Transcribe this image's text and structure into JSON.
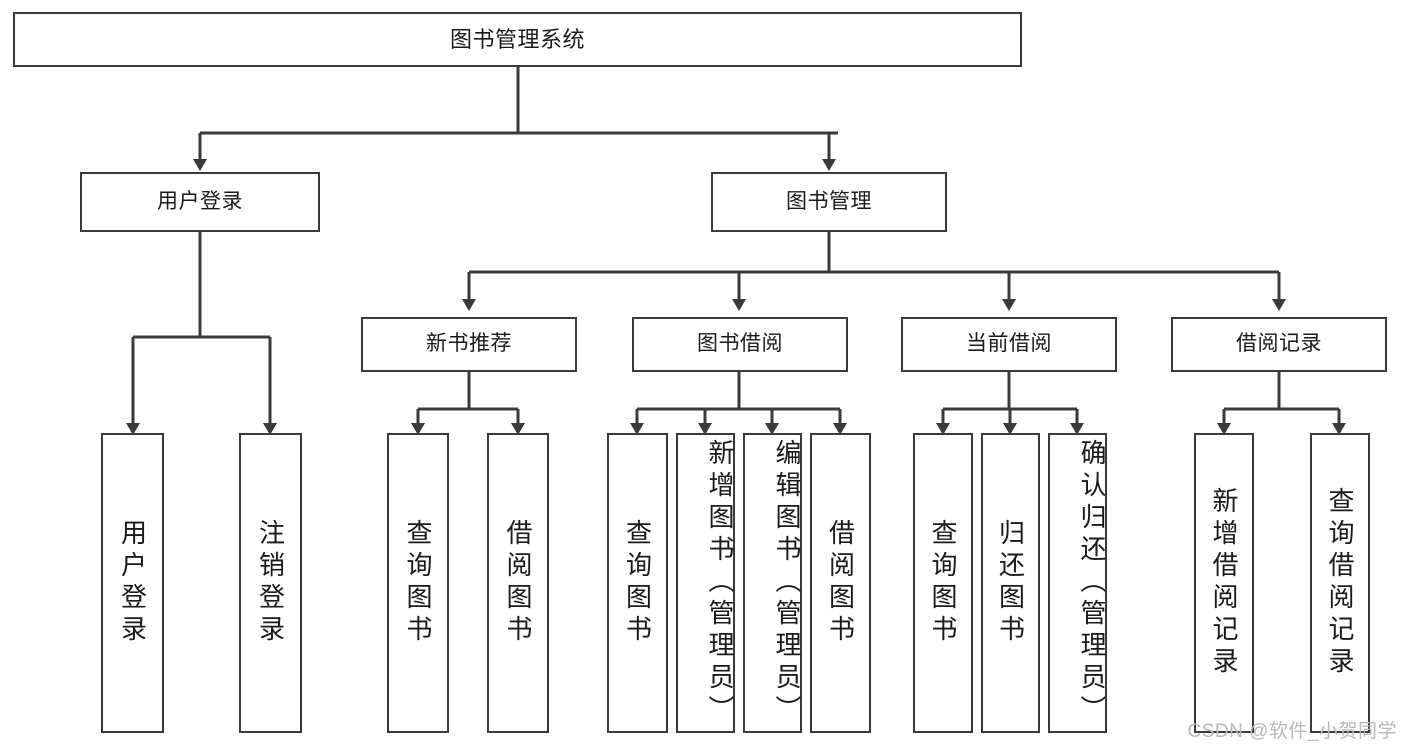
{
  "diagram": {
    "title": "图书管理系统",
    "type": "functional-structure-tree",
    "colors": {
      "box_border": "#3a3a3a",
      "box_fill": "#ffffff",
      "connector": "#3a3a3a",
      "text": "#1a1a1a",
      "watermark": "#b9b9b9",
      "background": "#ffffff"
    },
    "root": {
      "id": "root",
      "label": "图书管理系统"
    },
    "level1": [
      {
        "id": "user-login",
        "label": "用户登录"
      },
      {
        "id": "book-management",
        "label": "图书管理"
      }
    ],
    "level2": [
      {
        "id": "new-book-recommend",
        "label": "新书推荐",
        "parent": "book-management"
      },
      {
        "id": "book-borrow",
        "label": "图书借阅",
        "parent": "book-management"
      },
      {
        "id": "current-borrow",
        "label": "当前借阅",
        "parent": "book-management"
      },
      {
        "id": "borrow-record",
        "label": "借阅记录",
        "parent": "book-management"
      }
    ],
    "leaves": [
      {
        "id": "leaf-user-login",
        "label": "用户登录",
        "parent": "user-login"
      },
      {
        "id": "leaf-logout-login",
        "label": "注销登录",
        "parent": "user-login"
      },
      {
        "id": "leaf-query-book-1",
        "label": "查询图书",
        "parent": "new-book-recommend"
      },
      {
        "id": "leaf-borrow-book-1",
        "label": "借阅图书",
        "parent": "new-book-recommend"
      },
      {
        "id": "leaf-query-book-2",
        "label": "查询图书",
        "parent": "book-borrow"
      },
      {
        "id": "leaf-add-book",
        "label": "新增图书（管理员）",
        "parent": "book-borrow"
      },
      {
        "id": "leaf-edit-book",
        "label": "编辑图书（管理员）",
        "parent": "book-borrow"
      },
      {
        "id": "leaf-borrow-book-2",
        "label": "借阅图书",
        "parent": "book-borrow"
      },
      {
        "id": "leaf-query-book-3",
        "label": "查询图书",
        "parent": "current-borrow"
      },
      {
        "id": "leaf-return-book",
        "label": "归还图书",
        "parent": "current-borrow"
      },
      {
        "id": "leaf-confirm-return",
        "label": "确认归还（管理员）",
        "parent": "current-borrow"
      },
      {
        "id": "leaf-add-record",
        "label": "新增借阅记录",
        "parent": "borrow-record"
      },
      {
        "id": "leaf-query-record",
        "label": "查询借阅记录",
        "parent": "borrow-record"
      }
    ]
  },
  "watermark": {
    "text": "CSDN @软件_小贺同学"
  }
}
